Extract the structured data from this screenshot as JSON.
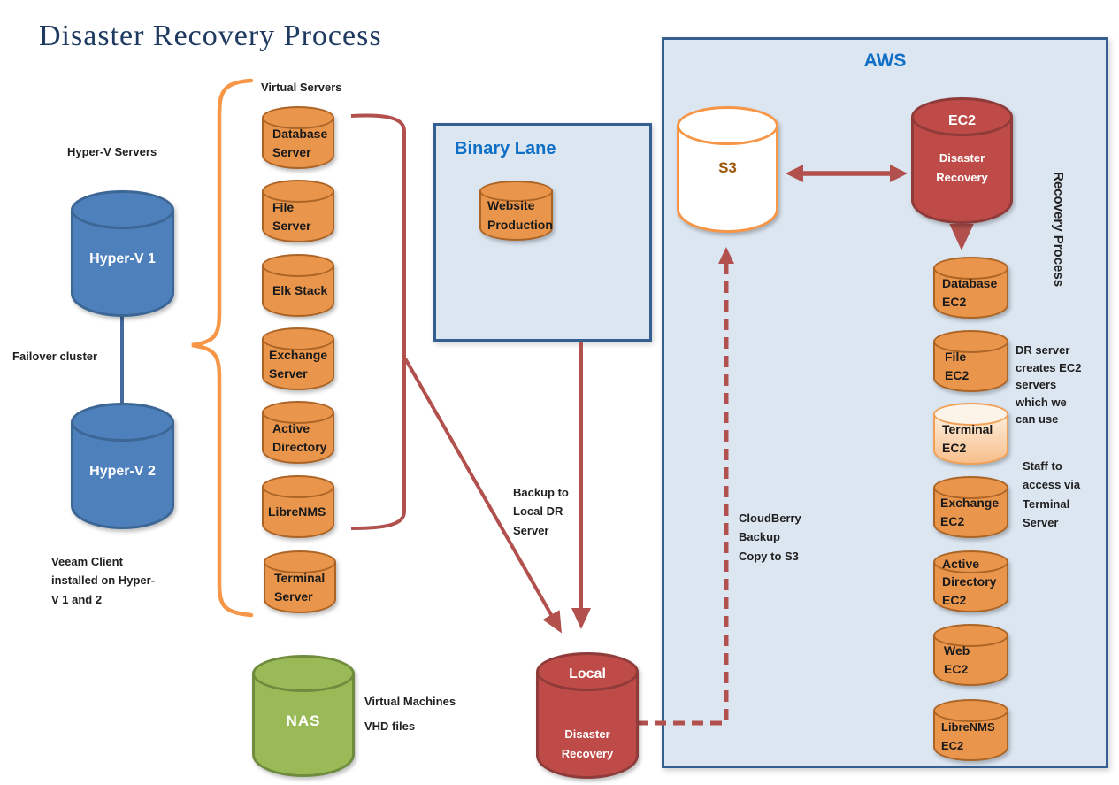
{
  "title": "Disaster Recovery Process",
  "colors": {
    "title_text": "#1F3A60",
    "box_fill": "#DCE6F1",
    "box_border": "#365F91",
    "box_title_text": "#0F6FC6",
    "blue_cylinder": "#4E80BC",
    "blue_cylinder_border": "#3B6695",
    "orange_cylinder": "#E9954C",
    "orange_cylinder_border": "#AC6425",
    "terminal_cylinder_light": "#FBE3C8",
    "red_cylinder": "#BE4B48",
    "red_cylinder_border": "#8E3B39",
    "green_cylinder": "#9ABA58",
    "green_cylinder_border": "#6F8C3E",
    "s3_fill": "#FFFFFF",
    "s3_border": "#F79646",
    "s3_text": "#9C5708",
    "connector_red": "#B2504D",
    "brace_orange": "#F79646"
  },
  "left": {
    "hyperv_label": "Hyper-V Servers",
    "hyperv1": "Hyper-V 1",
    "hyperv2": "Hyper-V 2",
    "failover_label": "Failover cluster",
    "veeam_note": "Veeam Client\ninstalled on Hyper-\nV 1 and 2"
  },
  "virtual_servers": {
    "label": "Virtual Servers",
    "database": "Database\nServer",
    "file": "File\nServer",
    "elk": "Elk Stack",
    "exchange": "Exchange\nServer",
    "active_directory": "Active\nDirectory",
    "librenms": "LibreNMS",
    "terminal": "Terminal\nServer"
  },
  "nas": {
    "label": "NAS",
    "note": "Virtual Machines\nVHD files"
  },
  "binary_lane": {
    "title": "Binary Lane",
    "website": "Website\nProduction"
  },
  "local_dr": {
    "title": "Local",
    "subtitle": "Disaster\nRecovery",
    "backup_note": "Backup  to\nLocal DR\nServer"
  },
  "aws": {
    "title": "AWS",
    "s3": "S3",
    "ec2_title": "EC2",
    "ec2_subtitle": "Disaster\nRecovery",
    "recovery_process": "Recovery Process",
    "cloudberry_note": "CloudBerry\nBackup\nCopy to S3",
    "dr_note": "DR server\ncreates EC2\nservers\nwhich we\ncan use",
    "staff_note": "Staff to\naccess via\nTerminal\nServer",
    "servers": {
      "database": "Database\nEC2",
      "file": "File\nEC2",
      "terminal": "Terminal\nEC2",
      "exchange": "Exchange\nEC2",
      "active_directory": "Active\nDirectory\nEC2",
      "web": "Web\nEC2",
      "librenms": "LibreNMS\nEC2"
    }
  }
}
